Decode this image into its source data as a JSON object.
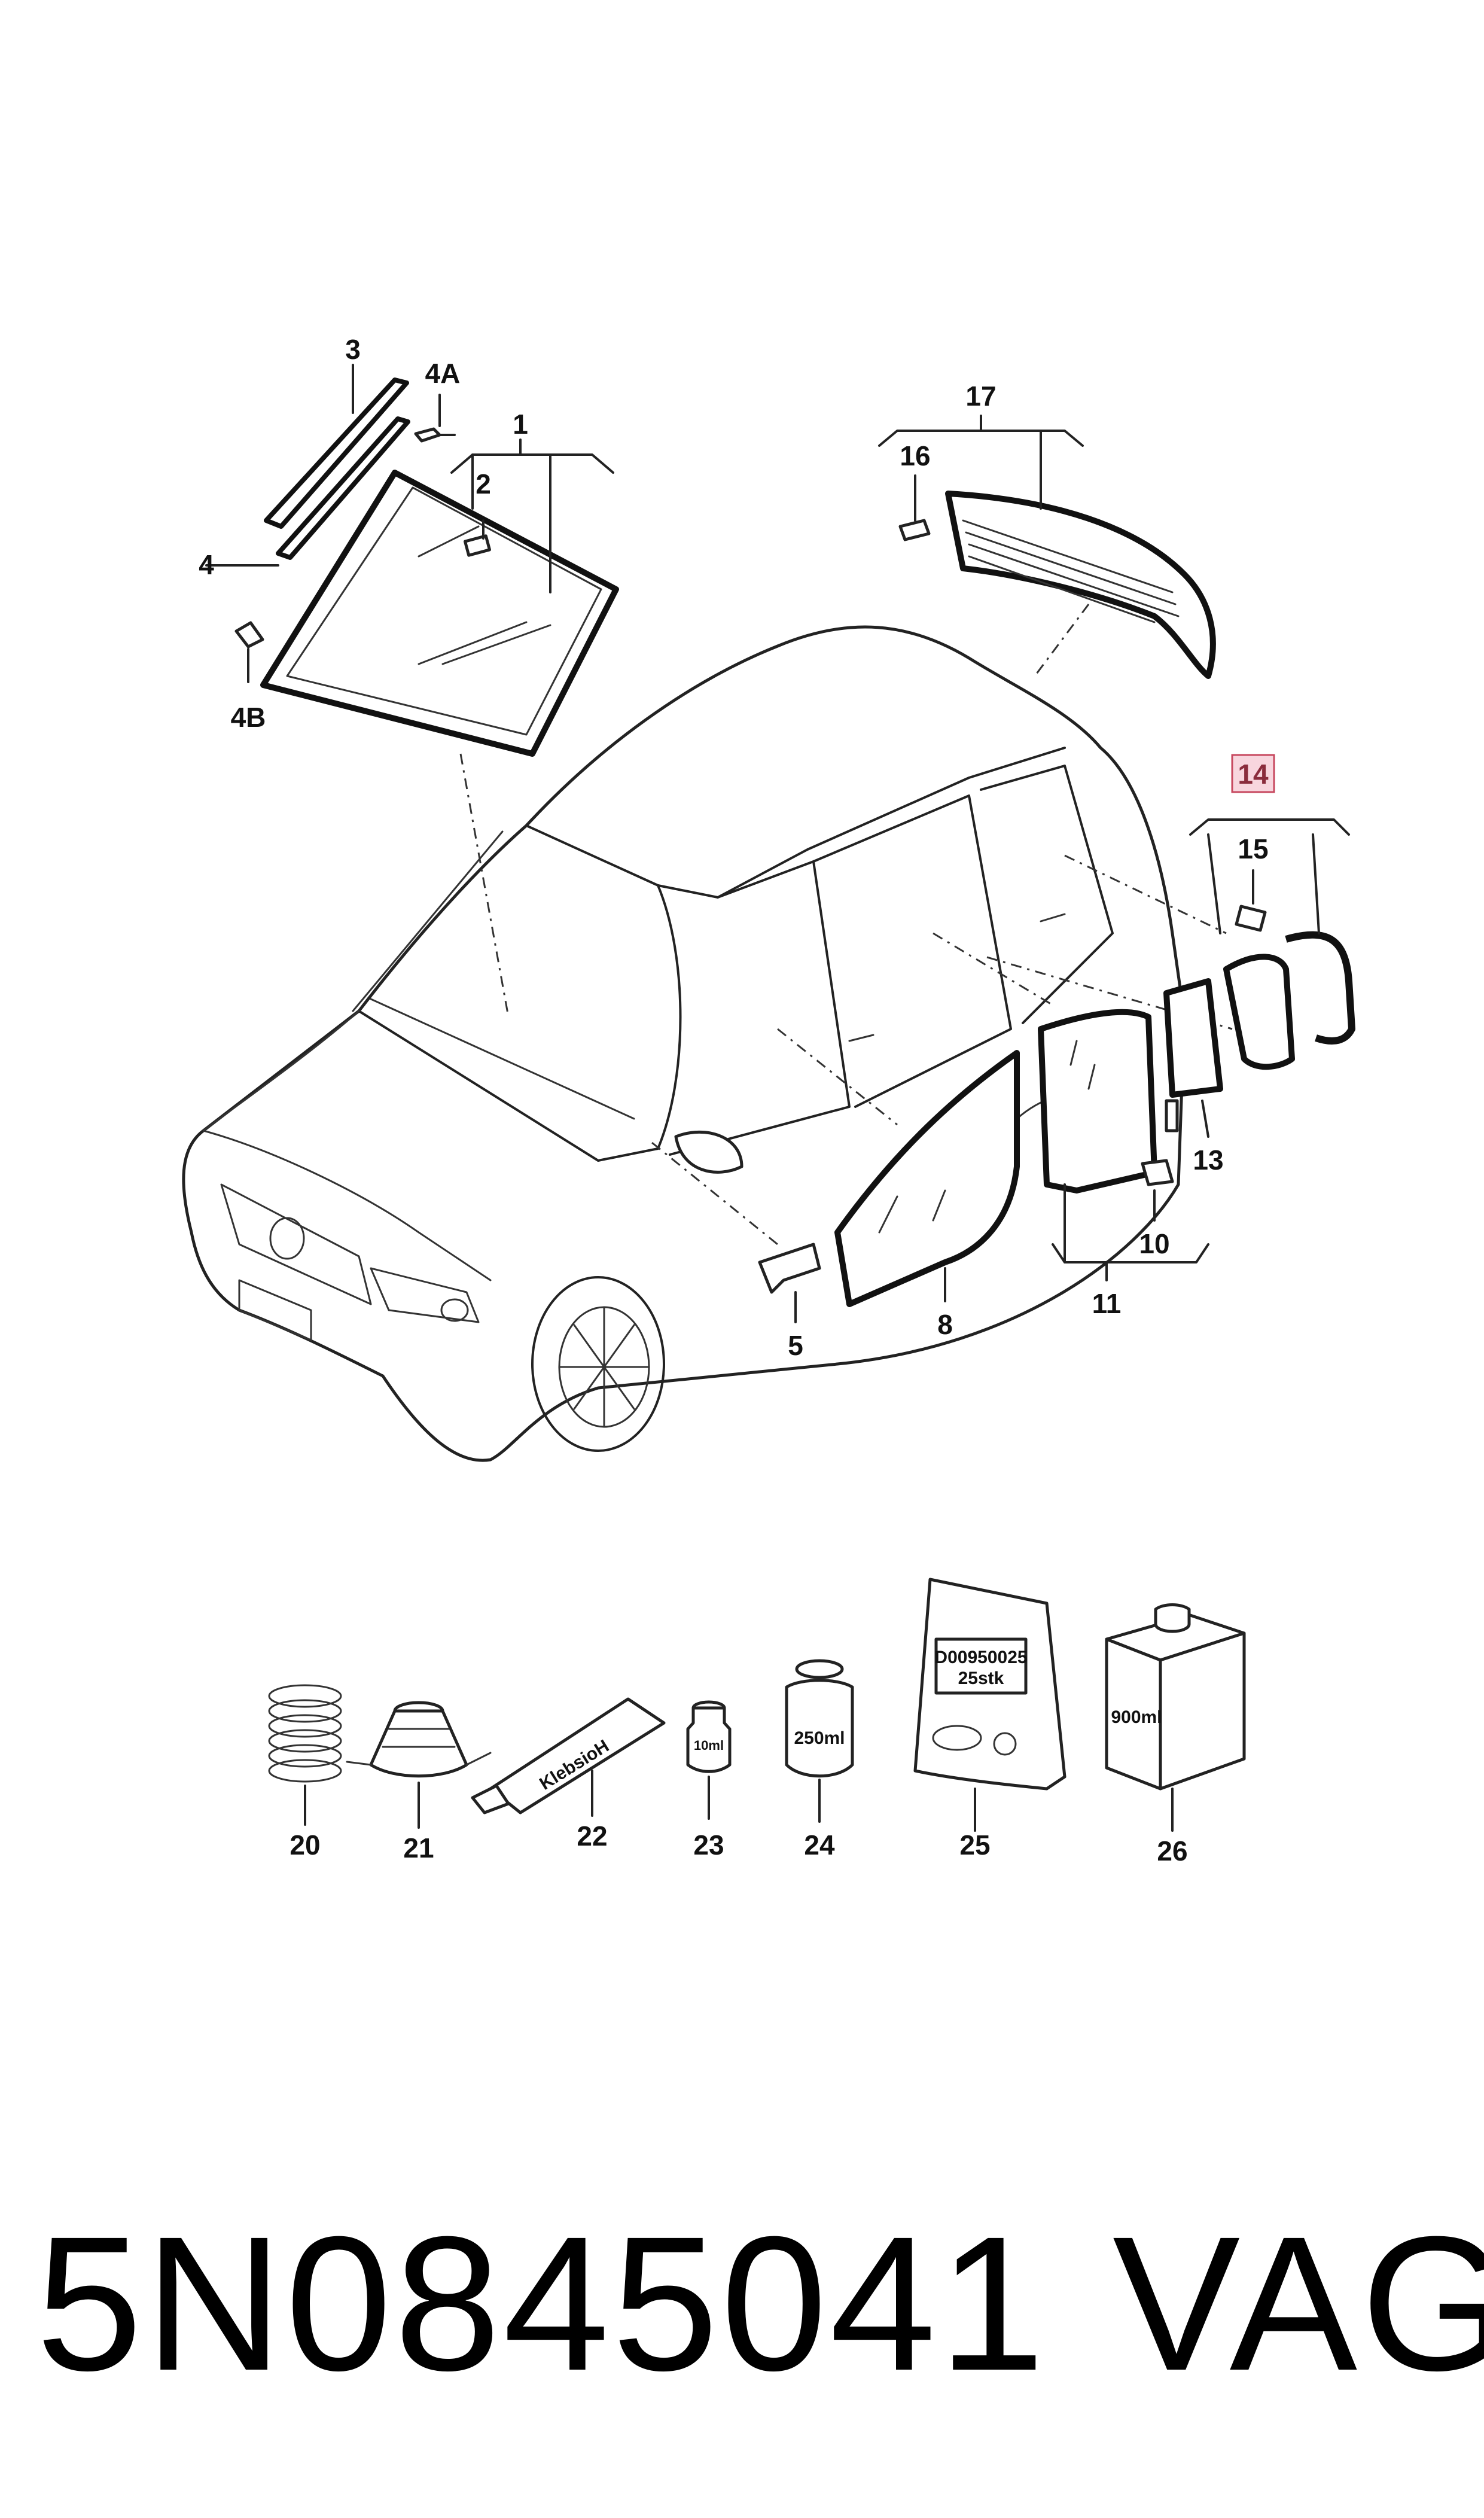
{
  "callouts": {
    "c1": "1",
    "c2": "2",
    "c3": "3",
    "c4": "4",
    "c4a": "4A",
    "c4b": "4B",
    "c5": "5",
    "c8": "8",
    "c10": "10",
    "c11": "11",
    "c13": "13",
    "c14": "14",
    "c15": "15",
    "c16": "16",
    "c17": "17",
    "c20": "20",
    "c21": "21",
    "c22": "22",
    "c23": "23",
    "c24": "24",
    "c25": "25",
    "c26": "26"
  },
  "package_labels": {
    "tube": "KlebsioH",
    "bottle_small": "10ml",
    "bottle_250": "250ml",
    "bag_code": "D00950025",
    "bag_qty": "25stk",
    "canister": "900ml"
  },
  "footer": {
    "part_number": "5N0845041",
    "brand": "VAG"
  },
  "colors": {
    "highlight_fill": "#f8d6de",
    "highlight_border": "#c7485f"
  }
}
